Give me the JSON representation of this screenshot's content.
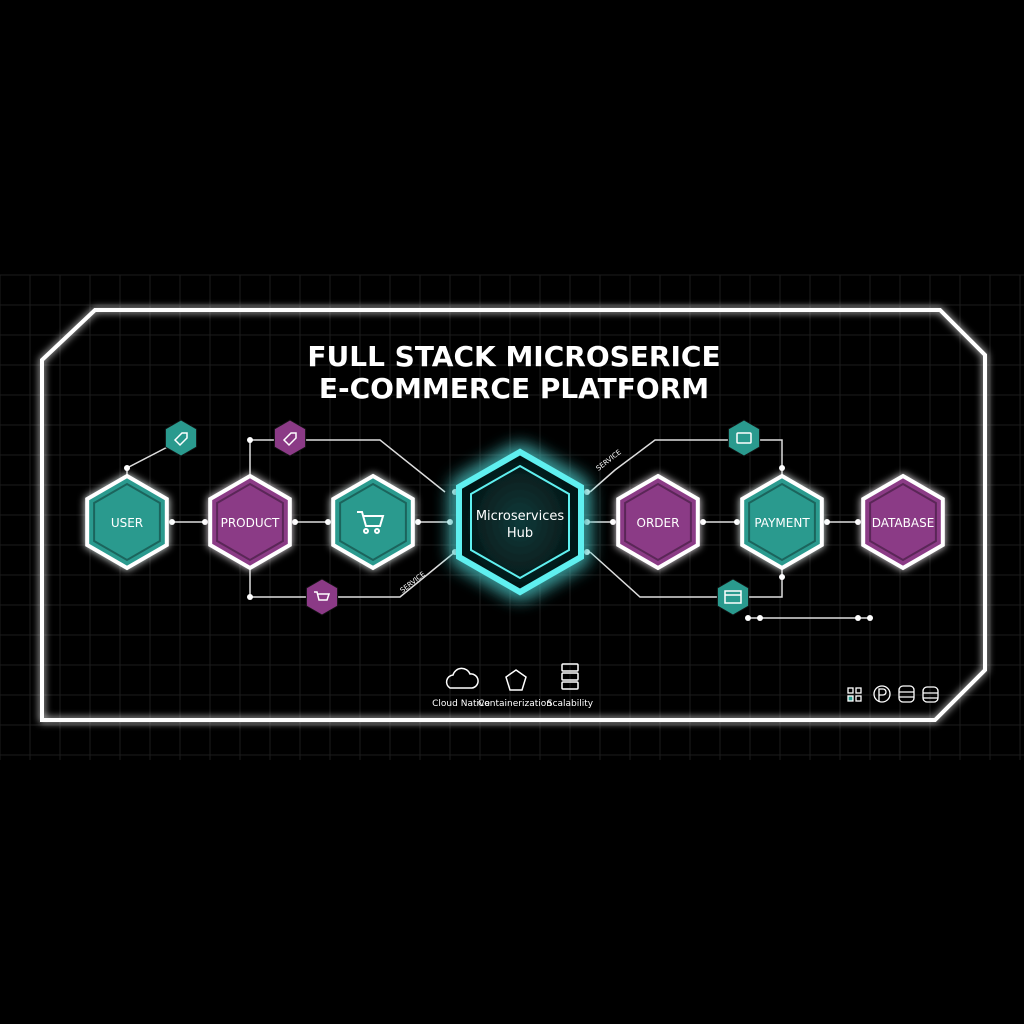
{
  "title": {
    "line1": "FULL STACK MICROSERICE",
    "line2": "E-COMMERCE PLATFORM"
  },
  "colors": {
    "teal": "#2a9a8e",
    "purple": "#8b3a86",
    "hub_glow": "#5ff0f0",
    "line": "#e8e8e8"
  },
  "nodes": [
    {
      "id": "user",
      "label": "USER",
      "color": "teal"
    },
    {
      "id": "product",
      "label": "PRODUCT",
      "color": "purple"
    },
    {
      "id": "cart",
      "label": "",
      "icon": "shopping-cart-icon",
      "color": "teal"
    },
    {
      "id": "hub",
      "label": "Microservices Hub",
      "line1": "Microservices",
      "line2": "Hub"
    },
    {
      "id": "order",
      "label": "ORDER",
      "color": "purple"
    },
    {
      "id": "payment",
      "label": "PAYMENT",
      "color": "teal"
    },
    {
      "id": "database",
      "label": "DATABASE",
      "color": "purple"
    }
  ],
  "mini_nodes": [
    {
      "icon": "tag-icon",
      "color": "teal"
    },
    {
      "icon": "tag-icon",
      "color": "purple"
    },
    {
      "icon": "shopping-cart-icon",
      "color": "purple"
    },
    {
      "icon": "wallet-icon",
      "color": "teal"
    },
    {
      "icon": "browser-window-icon",
      "color": "teal"
    }
  ],
  "connector_labels": [
    "SERVICE",
    "SERVICE"
  ],
  "features": [
    {
      "icon": "cloud-icon",
      "label": "Cloud Native"
    },
    {
      "icon": "container-icon",
      "label": "Containerization"
    },
    {
      "icon": "server-stack-icon",
      "label": "Scalability"
    }
  ],
  "tech_icons": [
    "grid-apps-icon",
    "p-logo-icon",
    "database-icon",
    "database-icon"
  ]
}
